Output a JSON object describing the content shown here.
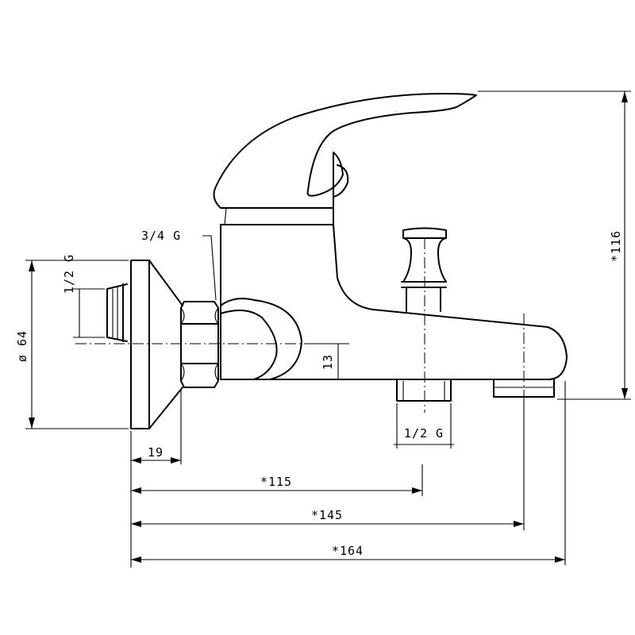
{
  "diagram": {
    "kind": "technical-drawing",
    "subject": "single-lever bath mixer, side view",
    "dimensions": {
      "inlet_thread": "1/2 G",
      "body_thread": "3/4 G",
      "rosette_dia": "ø 64",
      "spout_offset": "13",
      "outlet_thread": "1/2 G",
      "rosette_depth": "19",
      "to_outlet": "*115",
      "to_spout": "*145",
      "overall_length": "*164",
      "overall_height": "*116"
    },
    "colors": {
      "line": "#000000",
      "background": "#ffffff"
    }
  }
}
